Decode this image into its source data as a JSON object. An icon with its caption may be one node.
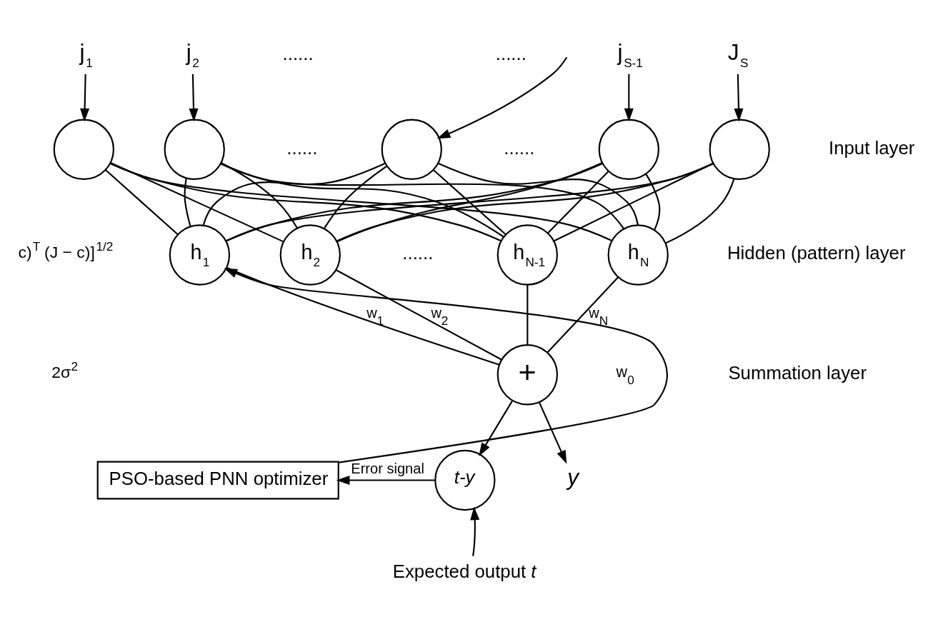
{
  "diagram": {
    "nodes": [
      {
        "text": [
          "j$_{1}$"
        ]
      },
      {
        "text": [
          "j$_{2}$"
        ]
      },
      {
        "text": [
          "j$_{S-1}$"
        ]
      },
      {
        "text": [
          "J$_{S}$"
        ]
      },
      {
        "text": [],
        "shape": "circle"
      },
      {
        "text": [],
        "shape": "circle"
      },
      {
        "text": [],
        "shape": "circle"
      },
      {
        "text": [],
        "shape": "circle"
      },
      {
        "text": [],
        "shape": "circle"
      },
      {
        "text": [
          "h$_{1}$"
        ]
      },
      {
        "text": [
          "h$_{2}$"
        ]
      },
      {
        "text": [
          "h$_{N-1}$"
        ]
      },
      {
        "text": [
          "h$_{N}$"
        ]
      },
      {
        "text": [
          "+"
        ],
        "beside": [
          "w$_{0}$"
        ]
      },
      {
        "text": [
          "t-y"
        ]
      },
      {
        "text": [
          "PSO-based PNN optimizer"
        ]
      },
      {
        "text": [
          "y"
        ]
      },
      {
        "text": [
          "Expected output *t*"
        ]
      }
    ],
    "edges": [
      {
        "from": 0,
        "to": 4,
        "arrow": "to"
      },
      {
        "from": 1,
        "to": 5,
        "arrow": "to"
      },
      {
        "from": null,
        "to": 6,
        "arrow": "to"
      },
      {
        "from": 2,
        "to": 7,
        "arrow": "to"
      },
      {
        "from": 3,
        "to": 8,
        "arrow": "to"
      },
      {
        "from": 4,
        "to": 9,
        "arrow": "none"
      },
      {
        "from": 4,
        "to": 10,
        "arrow": "none"
      },
      {
        "from": 4,
        "to": 11,
        "arrow": "none"
      },
      {
        "from": 4,
        "to": 12,
        "arrow": "none"
      },
      {
        "from": 5,
        "to": 9,
        "arrow": "none"
      },
      {
        "from": 5,
        "to": 10,
        "arrow": "none"
      },
      {
        "from": 5,
        "to": 11,
        "arrow": "none"
      },
      {
        "from": 5,
        "to": 12,
        "arrow": "none"
      },
      {
        "from": 6,
        "to": 9,
        "arrow": "none"
      },
      {
        "from": 6,
        "to": 10,
        "arrow": "none"
      },
      {
        "from": 6,
        "to": 11,
        "arrow": "none"
      },
      {
        "from": 6,
        "to": 12,
        "arrow": "none"
      },
      {
        "from": 7,
        "to": 9,
        "arrow": "none"
      },
      {
        "from": 7,
        "to": 10,
        "arrow": "none"
      },
      {
        "from": 7,
        "to": 11,
        "arrow": "none"
      },
      {
        "from": 7,
        "to": 12,
        "arrow": "none"
      },
      {
        "from": 8,
        "to": 9,
        "arrow": "none"
      },
      {
        "from": 8,
        "to": 10,
        "arrow": "none"
      },
      {
        "from": 8,
        "to": 11,
        "arrow": "none"
      },
      {
        "from": 8,
        "to": 12,
        "arrow": "none"
      },
      {
        "from": 9,
        "to": 13,
        "arrow": "none",
        "label": "w$_{1}$"
      },
      {
        "from": 10,
        "to": 13,
        "arrow": "none",
        "label": "w$_{2}$"
      },
      {
        "from": 11,
        "to": 13,
        "arrow": "none"
      },
      {
        "from": 12,
        "to": 13,
        "arrow": "none",
        "label": "w$_{N}$"
      },
      {
        "from": 13,
        "to": 14,
        "arrow": "to"
      },
      {
        "from": 13,
        "to": 16,
        "arrow": "to"
      },
      {
        "from": 14,
        "to": 15,
        "arrow": "to",
        "label": "Error signal"
      },
      {
        "from": 17,
        "to": 14,
        "arrow": "to"
      },
      {
        "from": 15,
        "to": 9,
        "arrow": "to"
      }
    ],
    "labels": [
      "......",
      "......",
      "......",
      "......",
      "Input layer",
      "c)$^{T}$ (J − c)]$^{1/2}$",
      "2σ$^{2}$",
      "......",
      "Hidden (pattern) layer",
      "Summation layer"
    ]
  }
}
